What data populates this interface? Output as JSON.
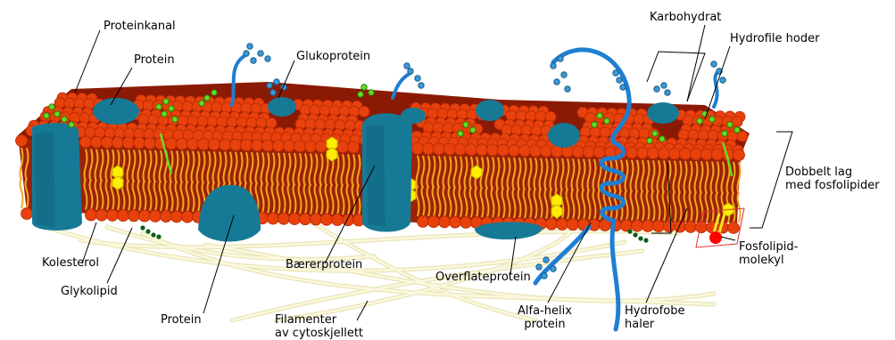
{
  "labels": {
    "proteinkanal": "Proteinkanal",
    "protein_top": "Protein",
    "glukoprotein": "Glukoprotein",
    "karbohydrat": "Karbohydrat",
    "hydrofile_hoder": "Hydrofile hoder",
    "dobbelt_lag": [
      "Dobbelt lag",
      "med fosfolipider"
    ],
    "fosfolipid_molekyl": [
      "Fosfolipid-",
      "molekyl"
    ],
    "kolesterol": "Kolesterol",
    "glykolipid": "Glykolipid",
    "protein_bottom": "Protein",
    "baererprotein": "Bærerprotein",
    "overflateprotein": "Overflateprotein",
    "filamenter": [
      "Filamenter",
      "av cytoskjellett"
    ],
    "alfa_helix": [
      "Alfa-helix",
      "protein"
    ],
    "hydrofobe_haler": [
      "Hydrofobe",
      "haler"
    ]
  },
  "colors": {
    "membrane_top": "#8b1a05",
    "phospholipid_head": "#e8410c",
    "phospholipid_head_dark": "#b52a04",
    "lipid_tail": "#f2a81e",
    "protein": "#167a96",
    "protein_dark": "#0d5c73",
    "alpha_helix": "#1e7fd2",
    "sugar_chain": "#3a9ad8",
    "glycolipid_sugar": "#66dd22",
    "cholesterol": "#ffee00",
    "filament": "#f3f0c8",
    "highlight_box": "#e03030"
  }
}
